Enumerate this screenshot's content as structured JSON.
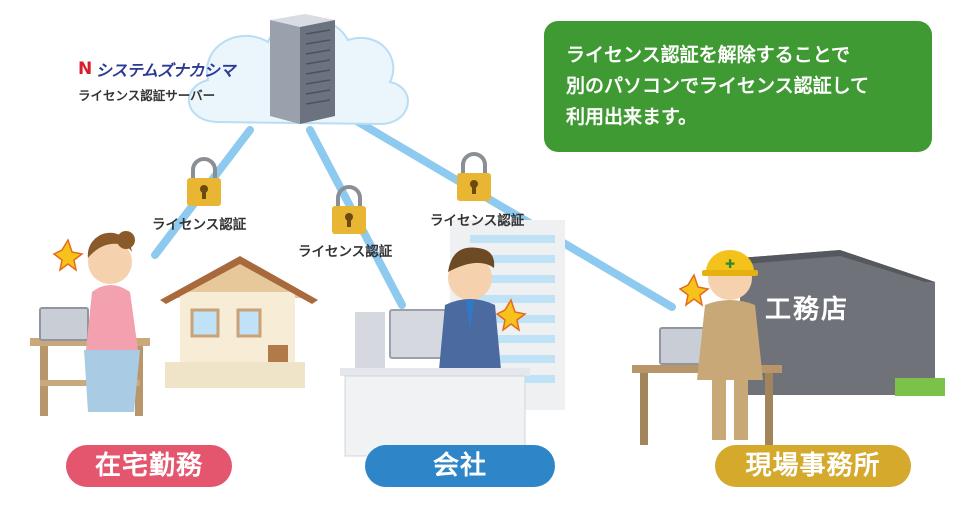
{
  "brand": {
    "mark": "N",
    "name": "システムズナカシマ",
    "server_label": "ライセンス認証サーバー"
  },
  "callout": {
    "lines": [
      "ライセンス認証を解除することで",
      "別のパソコンでライセンス認証して",
      "利用出来ます。"
    ]
  },
  "locks": {
    "home": "ライセンス認証",
    "office": "ライセンス認証",
    "site": "ライセンス認証"
  },
  "locations": {
    "home": "在宅勤務",
    "office": "会社",
    "site": "現場事務所"
  },
  "building_sign": "工務店",
  "colors": {
    "callout_bg": "#3f9a33",
    "home_pill": "#e4556e",
    "office_pill": "#2e86c9",
    "site_pill": "#d4a92c",
    "connection": "#8ec9ef",
    "lock": "#e8b632"
  }
}
